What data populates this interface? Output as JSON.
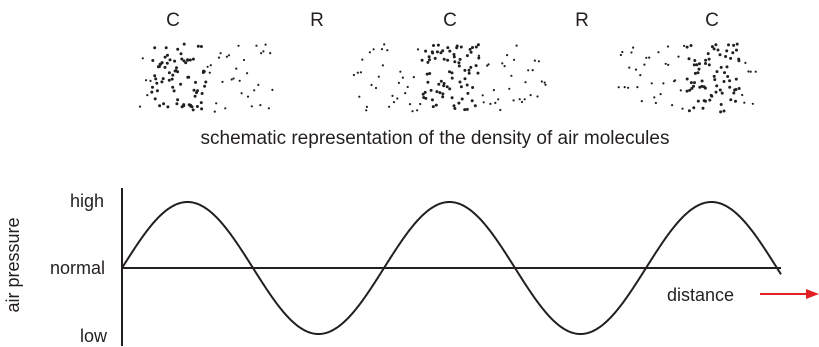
{
  "density_strip": {
    "zones": [
      "C",
      "R",
      "C",
      "R",
      "C"
    ],
    "caption": "schematic representation of the density of air molecules",
    "colors": {
      "dots": "#231f20"
    }
  },
  "graph": {
    "y_axis_title": "air pressure",
    "levels": {
      "high": "high",
      "normal": "normal",
      "low": "low"
    },
    "x_axis_label": "distance",
    "colors": {
      "line": "#231f20",
      "arrow": "#e31e24"
    }
  }
}
